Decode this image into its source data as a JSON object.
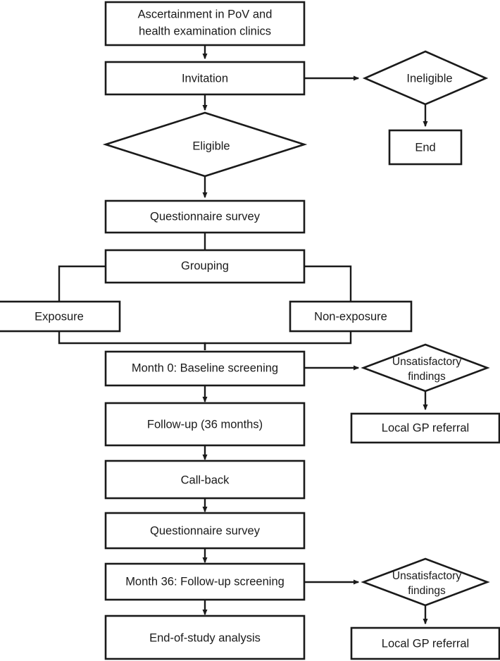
{
  "diagram": {
    "title": "Study flow diagram",
    "type": "flowchart",
    "background_color": "#ffffff",
    "stroke_color": "#1a1a1a",
    "fill_color": "#ffffff",
    "nodes": [
      {
        "id": "ascertainment",
        "shape": "process",
        "lines": [
          "Ascertainment in PoV and",
          "health examination clinics"
        ]
      },
      {
        "id": "invitation",
        "shape": "process",
        "lines": [
          "Invitation"
        ]
      },
      {
        "id": "ineligible",
        "shape": "decision",
        "lines": [
          "Ineligible"
        ]
      },
      {
        "id": "end",
        "shape": "process",
        "lines": [
          "End"
        ]
      },
      {
        "id": "eligible",
        "shape": "decision",
        "lines": [
          "Eligible"
        ]
      },
      {
        "id": "questionnaire-survey-1",
        "shape": "process",
        "lines": [
          "Questionnaire survey"
        ]
      },
      {
        "id": "grouping",
        "shape": "process",
        "lines": [
          "Grouping"
        ]
      },
      {
        "id": "exposure",
        "shape": "process",
        "lines": [
          "Exposure"
        ]
      },
      {
        "id": "non-exposure",
        "shape": "process",
        "lines": [
          "Non-exposure"
        ]
      },
      {
        "id": "baseline-screening",
        "shape": "process",
        "lines": [
          "Month 0: Baseline screening"
        ]
      },
      {
        "id": "unsatisfactory-findings-1",
        "shape": "decision",
        "lines": [
          "Unsatisfactory",
          "findings"
        ]
      },
      {
        "id": "local-gp-referral-1",
        "shape": "process",
        "lines": [
          "Local GP referral"
        ]
      },
      {
        "id": "follow-up",
        "shape": "process",
        "lines": [
          "Follow-up (36 months)"
        ]
      },
      {
        "id": "call-back",
        "shape": "process",
        "lines": [
          "Call-back"
        ]
      },
      {
        "id": "questionnaire-survey-2",
        "shape": "process",
        "lines": [
          "Questionnaire survey"
        ]
      },
      {
        "id": "follow-up-screening",
        "shape": "process",
        "lines": [
          "Month 36: Follow-up screening"
        ]
      },
      {
        "id": "unsatisfactory-findings-2",
        "shape": "decision",
        "lines": [
          "Unsatisfactory",
          "findings"
        ]
      },
      {
        "id": "local-gp-referral-2",
        "shape": "process",
        "lines": [
          "Local GP referral"
        ]
      },
      {
        "id": "end-of-study-analysis",
        "shape": "process",
        "lines": [
          "End-of-study analysis"
        ]
      }
    ],
    "edges": [
      {
        "from": "ascertainment",
        "to": "invitation"
      },
      {
        "from": "invitation",
        "to": "ineligible"
      },
      {
        "from": "invitation",
        "to": "eligible"
      },
      {
        "from": "ineligible",
        "to": "end"
      },
      {
        "from": "eligible",
        "to": "questionnaire-survey-1"
      },
      {
        "from": "questionnaire-survey-1",
        "to": "grouping"
      },
      {
        "from": "grouping",
        "to": "exposure"
      },
      {
        "from": "grouping",
        "to": "non-exposure"
      },
      {
        "from": "exposure",
        "to": "baseline-screening"
      },
      {
        "from": "non-exposure",
        "to": "baseline-screening"
      },
      {
        "from": "baseline-screening",
        "to": "unsatisfactory-findings-1"
      },
      {
        "from": "unsatisfactory-findings-1",
        "to": "local-gp-referral-1"
      },
      {
        "from": "baseline-screening",
        "to": "follow-up"
      },
      {
        "from": "follow-up",
        "to": "call-back"
      },
      {
        "from": "call-back",
        "to": "questionnaire-survey-2"
      },
      {
        "from": "questionnaire-survey-2",
        "to": "follow-up-screening"
      },
      {
        "from": "follow-up-screening",
        "to": "unsatisfactory-findings-2"
      },
      {
        "from": "unsatisfactory-findings-2",
        "to": "local-gp-referral-2"
      },
      {
        "from": "follow-up-screening",
        "to": "end-of-study-analysis"
      }
    ]
  },
  "labels": {
    "ascertainment_line1": "Ascertainment in PoV and",
    "ascertainment_line2": "health examination clinics",
    "invitation": "Invitation",
    "ineligible": "Ineligible",
    "end": "End",
    "eligible": "Eligible",
    "questionnaire_survey_1": "Questionnaire survey",
    "grouping": "Grouping",
    "exposure": "Exposure",
    "non_exposure": "Non-exposure",
    "baseline_screening": "Month 0: Baseline screening",
    "unsat_1_line1": "Unsatisfactory",
    "unsat_1_line2": "findings",
    "local_gp_referral_1": "Local GP referral",
    "follow_up": "Follow-up (36 months)",
    "call_back": "Call-back",
    "questionnaire_survey_2": "Questionnaire survey",
    "follow_up_screening": "Month 36: Follow-up screening",
    "unsat_2_line1": "Unsatisfactory",
    "unsat_2_line2": "findings",
    "local_gp_referral_2": "Local GP referral",
    "end_of_study_analysis": "End-of-study analysis"
  }
}
